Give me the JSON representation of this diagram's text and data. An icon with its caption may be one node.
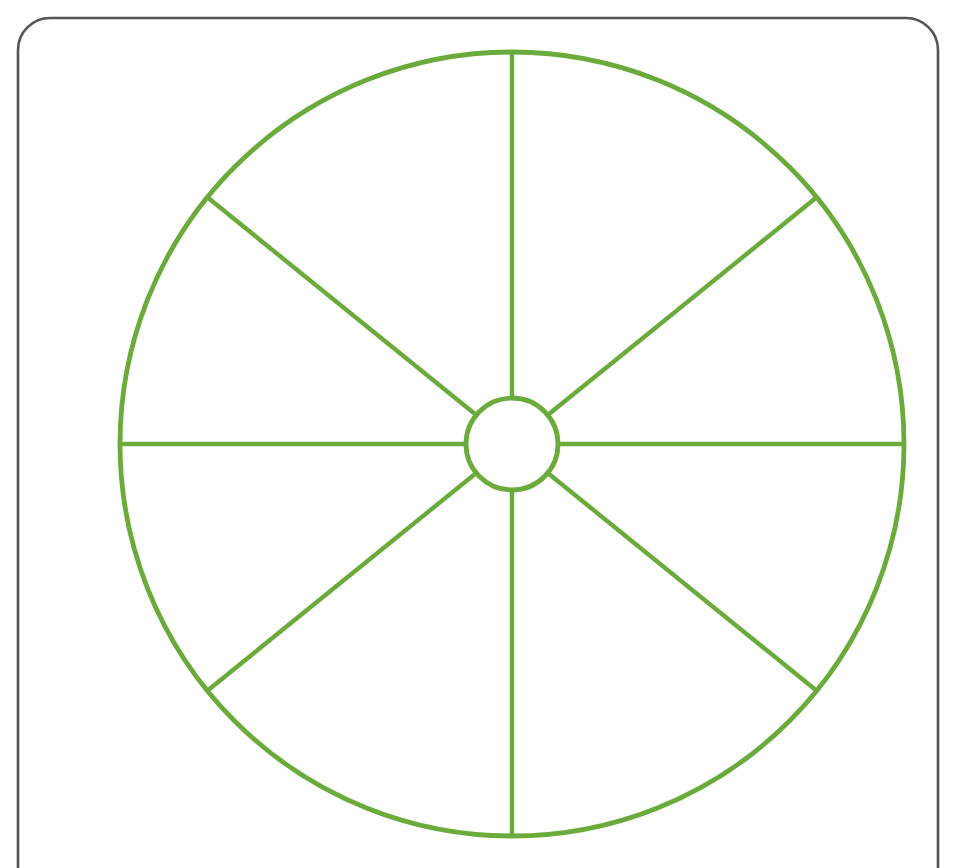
{
  "diagram": {
    "nodes": [
      {
        "text": [],
        "shape": "box"
      },
      {
        "text": [],
        "shape": "circle",
        "in": 0
      },
      {
        "text": [],
        "shape": "circle",
        "in": 1
      }
    ],
    "edges": [
      {
        "from": 2,
        "to": 1,
        "arrow": "none"
      },
      {
        "from": 2,
        "to": 1,
        "arrow": "none"
      },
      {
        "from": 2,
        "to": 1,
        "arrow": "none"
      },
      {
        "from": 2,
        "to": 1,
        "arrow": "none"
      },
      {
        "from": 2,
        "to": 1,
        "arrow": "none"
      },
      {
        "from": 2,
        "to": 1,
        "arrow": "none"
      },
      {
        "from": 2,
        "to": 1,
        "arrow": "none"
      },
      {
        "from": 2,
        "to": 1,
        "arrow": "none"
      }
    ]
  }
}
